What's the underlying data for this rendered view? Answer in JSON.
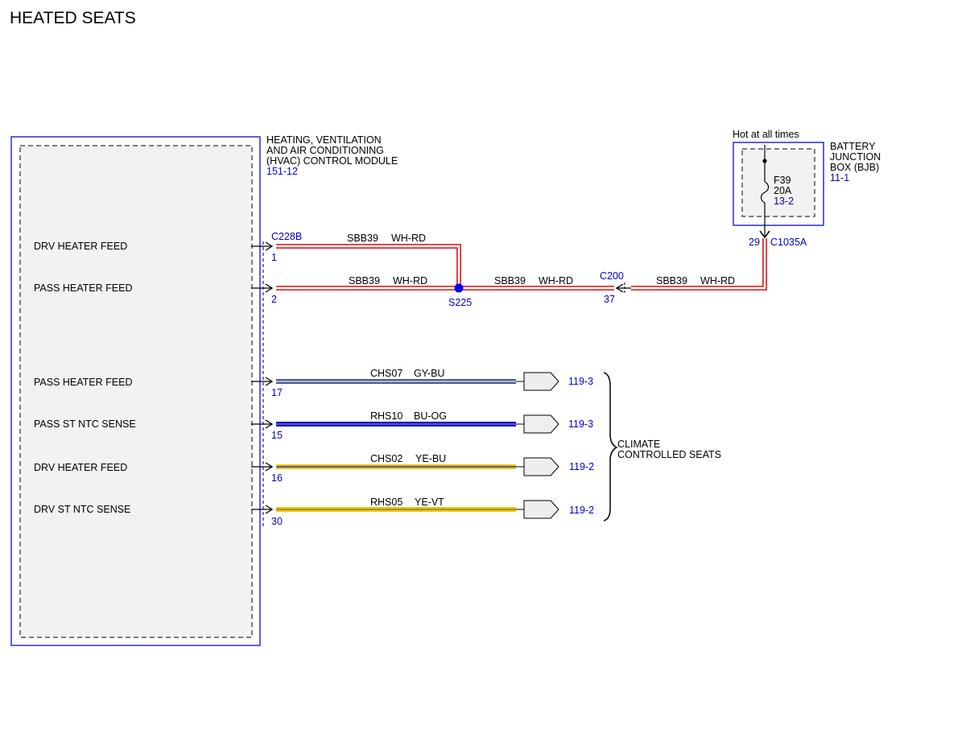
{
  "title": "HEATED SEATS",
  "colors": {
    "module_outline": "#2a2ad6",
    "reference_text": "#0000cc",
    "wire_red": "#e03030",
    "wire_gray_blue": "#4a5aa0",
    "wire_blue": "#1a1aa8",
    "wire_yellow": "#e8c81a",
    "module_fill": "#f2f2f2",
    "splice_dot": "#0000ee"
  },
  "hvac_module": {
    "name_lines": [
      "HEATING, VENTILATION",
      "AND AIR CONDITIONING",
      "(HVAC) CONTROL MODULE"
    ],
    "ref": "151-12",
    "connector": "C228B",
    "pins": [
      {
        "label": "DRV HEATER FEED",
        "pin": "1"
      },
      {
        "label": "PASS HEATER FEED",
        "pin": "2"
      },
      {
        "label": "PASS HEATER FEED",
        "pin": "17"
      },
      {
        "label": "PASS ST NTC SENSE",
        "pin": "15"
      },
      {
        "label": "DRV HEATER FEED",
        "pin": "16"
      },
      {
        "label": "DRV ST NTC SENSE",
        "pin": "30"
      }
    ]
  },
  "bjb": {
    "caption": "Hot at all times",
    "name_lines": [
      "BATTERY",
      "JUNCTION",
      "BOX (BJB)"
    ],
    "ref": "11-1",
    "fuse": {
      "id": "F39",
      "rating": "20A",
      "ref": "13-2"
    },
    "pin": "29",
    "connector": "C1035A"
  },
  "power_circuit": {
    "circuit": "SBB39",
    "color": "WH-RD",
    "splice": "S225",
    "inline_connector": "C200",
    "inline_pin": "37"
  },
  "seat_wires": [
    {
      "circuit": "CHS07",
      "color": "GY-BU",
      "ref": "119-3"
    },
    {
      "circuit": "RHS10",
      "color": "BU-OG",
      "ref": "119-3"
    },
    {
      "circuit": "CHS02",
      "color": "YE-BU",
      "ref": "119-2"
    },
    {
      "circuit": "RHS05",
      "color": "YE-VT",
      "ref": "119-2"
    }
  ],
  "destination": {
    "name_lines": [
      "CLIMATE",
      "CONTROLLED SEATS"
    ]
  }
}
